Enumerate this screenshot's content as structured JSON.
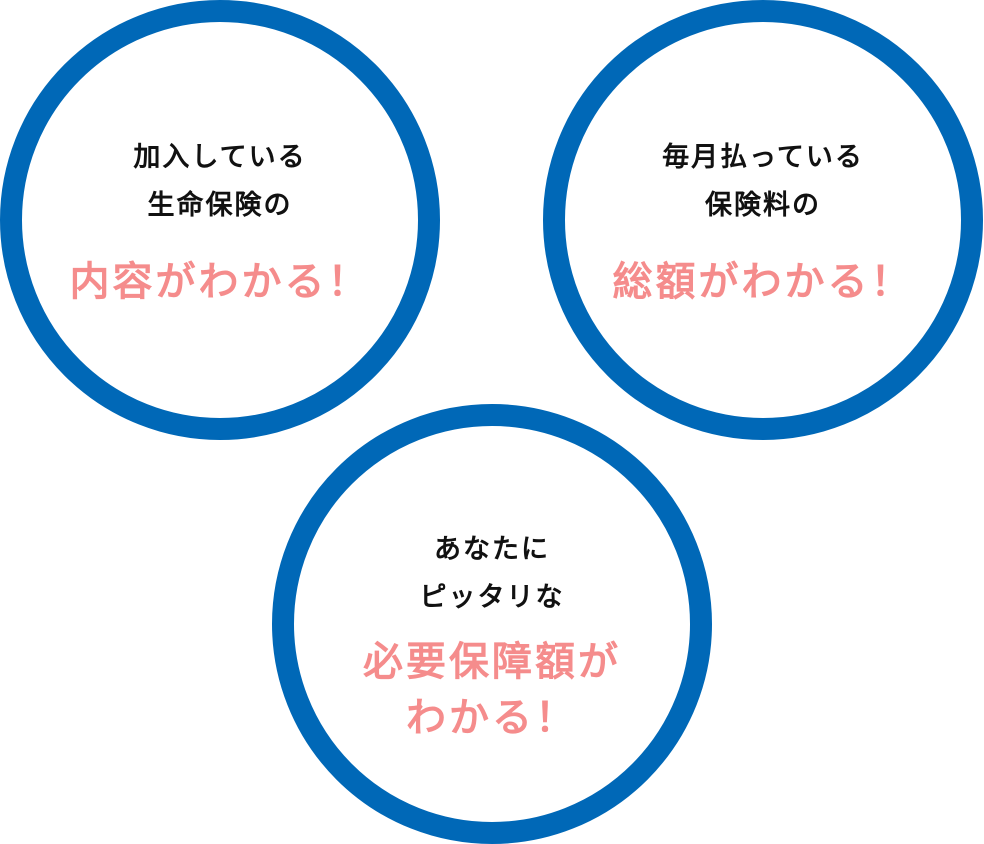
{
  "colors": {
    "ring": "#0068b7",
    "accent": "#f58c8c",
    "text": "#111111"
  },
  "circles": [
    {
      "lines": [
        "加入している",
        "生命保険の"
      ],
      "highlight": [
        "内容がわかる！"
      ]
    },
    {
      "lines": [
        "毎月払っている",
        "保険料の"
      ],
      "highlight": [
        "総額がわかる！"
      ]
    },
    {
      "lines": [
        "あなたに",
        "ピッタリな"
      ],
      "highlight": [
        "必要保障額が",
        "わかる！"
      ]
    }
  ]
}
